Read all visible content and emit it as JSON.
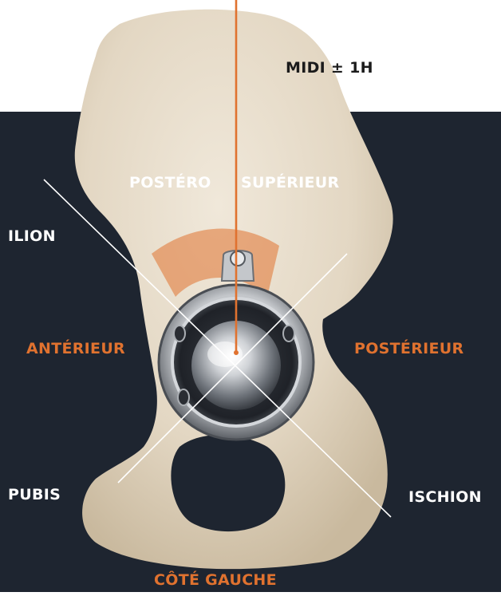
{
  "labels": {
    "midi": "MIDI ± 1H",
    "postero": "POSTÉRO",
    "superieur": "SUPÉRIEUR",
    "ilion": "ILION",
    "anterieur": "ANTÉRIEUR",
    "posterieur": "POSTÉRIEUR",
    "pubis": "PUBIS",
    "ischion": "ISCHION",
    "cote": "CÔTÉ GAUCHE"
  },
  "colors": {
    "background_top": "#ffffff",
    "background_dark": "#1e2530",
    "bone": "#e6dccb",
    "accent_orange": "#e0722f",
    "implant_metal": "#b9bcc0"
  },
  "icons": [
    "pelvis-bone-illustration",
    "acetabular-cup-implant"
  ]
}
